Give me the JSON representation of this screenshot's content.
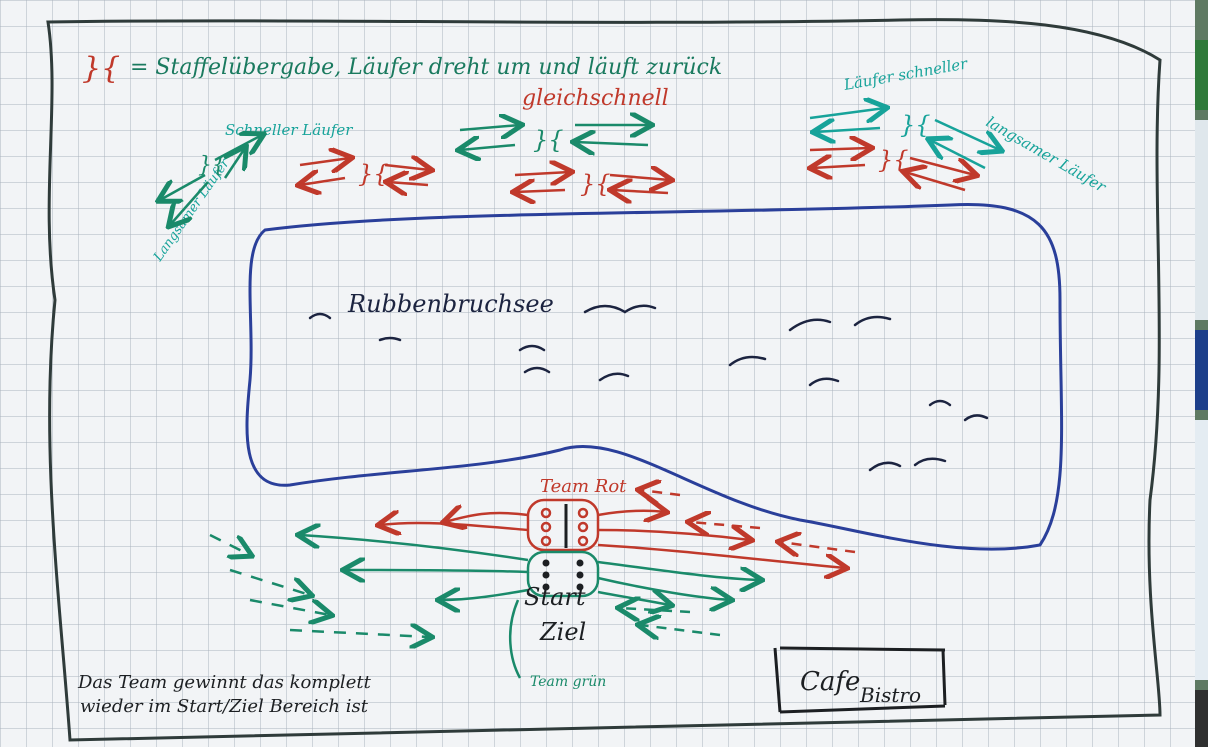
{
  "legend": {
    "symbol": "}{",
    "text": "= Staffelübergabe, Läufer dreht um und läuft zurück"
  },
  "swaps": {
    "left_title": "Schneller Läufer",
    "left_slow": "Langsamer Läufer",
    "center_title": "gleichschnell",
    "right_fast": "Läufer schneller",
    "right_slow": "langsamer Läufer"
  },
  "lake": {
    "name": "Rubbenbruchsee"
  },
  "team_red": {
    "label": "Team Rot"
  },
  "team_green": {
    "label": "Team grün"
  },
  "start": {
    "line1": "Start",
    "line2": "Ziel"
  },
  "cafe": {
    "line1": "Cafe",
    "line2": "Bistro"
  },
  "note": {
    "line1": "Das Team gewinnt das komplett",
    "line2": "wieder im Start/Ziel Bereich ist"
  },
  "colors": {
    "paper": "#f2f4f6",
    "grid": "#aab3bd",
    "frame": "#2f3b3a",
    "lake": "#2a3f9a",
    "red": "#c0392b",
    "green": "#1a8a6a",
    "teal": "#17a39a",
    "black": "#1c1f22"
  }
}
